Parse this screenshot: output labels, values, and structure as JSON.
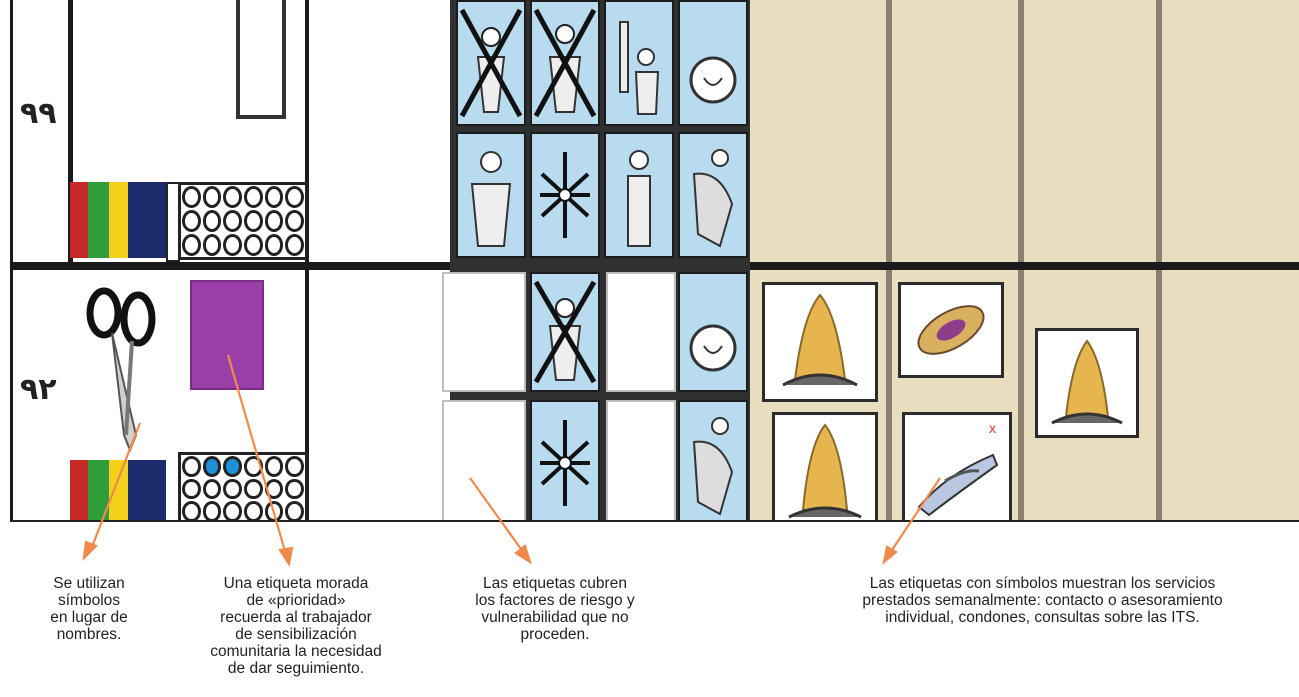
{
  "board": {
    "row_numbers": [
      "٩٩",
      "٩٢"
    ],
    "colors": {
      "stripe_red": "#c62828",
      "stripe_green": "#2e9d3a",
      "stripe_yellow": "#f2d21b",
      "stripe_navy": "#1c2b6b",
      "priority_purple": "#9b3fa8",
      "risk_blue": "#b9dbef",
      "service_beige": "#e9ddbf",
      "arrow_orange": "#f08a4b"
    },
    "icons": {
      "row1_risk": [
        "crossed-figure-icon",
        "crossed-figure-icon",
        "bottle-figure-icon",
        "face-icon",
        "figure-icon",
        "asterisk-icon",
        "standing-figure-icon",
        "dancer-icon"
      ],
      "row2_risk_top": [
        "crossed-figure-icon",
        "face-icon"
      ],
      "row2_risk_bottom": [
        "asterisk-icon",
        "dancer-icon"
      ],
      "services": [
        "condom-icon",
        "std-consult-icon",
        "condom-icon",
        "condom-icon",
        "talk-icon"
      ]
    }
  },
  "callouts": [
    {
      "text": "Se utilizan\nsímbolos\nen lugar de\nnombres."
    },
    {
      "text": "Una etiqueta morada\nde «prioridad»\nrecuerda al trabajador\nde sensibilización\ncomunitaria la necesidad\nde dar seguimiento."
    },
    {
      "text": "Las etiquetas cubren\nlos factores de riesgo y\nvulnerabilidad que no\nproceden."
    },
    {
      "text": "Las etiquetas con símbolos muestran los servicios\nprestados semanalmente: contacto o asesoramiento\nindividual, condones, consultas sobre las ITS."
    }
  ]
}
